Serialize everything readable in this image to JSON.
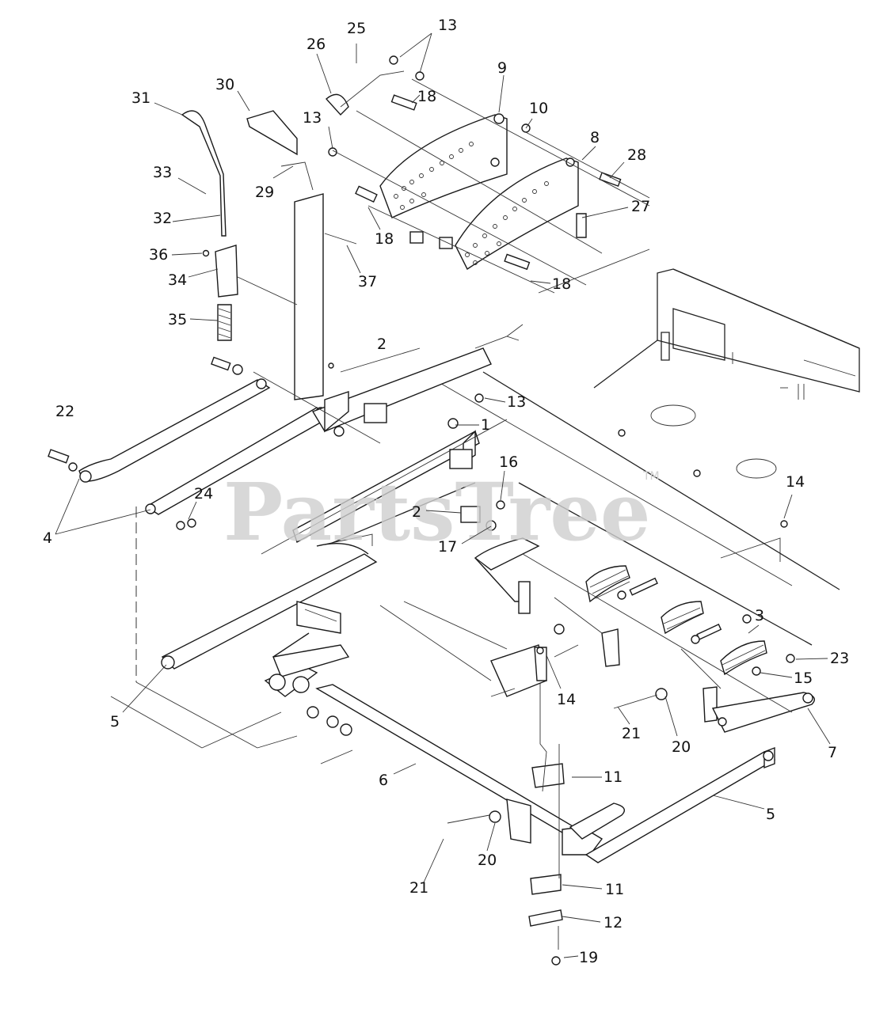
{
  "watermark": {
    "text": "PartsTree",
    "tm": "TM"
  },
  "callouts": [
    {
      "id": "c25",
      "text": "25"
    },
    {
      "id": "c13a",
      "text": "13"
    },
    {
      "id": "c26",
      "text": "26"
    },
    {
      "id": "c9",
      "text": "9"
    },
    {
      "id": "c18a",
      "text": "18"
    },
    {
      "id": "c31",
      "text": "31"
    },
    {
      "id": "c30",
      "text": "30"
    },
    {
      "id": "c13b",
      "text": "13"
    },
    {
      "id": "c10",
      "text": "10"
    },
    {
      "id": "c8",
      "text": "8"
    },
    {
      "id": "c28",
      "text": "28"
    },
    {
      "id": "c33",
      "text": "33"
    },
    {
      "id": "c29",
      "text": "29"
    },
    {
      "id": "c32",
      "text": "32"
    },
    {
      "id": "c27",
      "text": "27"
    },
    {
      "id": "c18b",
      "text": "18"
    },
    {
      "id": "c36",
      "text": "36"
    },
    {
      "id": "c34",
      "text": "34"
    },
    {
      "id": "c37",
      "text": "37"
    },
    {
      "id": "c18c",
      "text": "18"
    },
    {
      "id": "c35",
      "text": "35"
    },
    {
      "id": "c2a",
      "text": "2"
    },
    {
      "id": "c13c",
      "text": "13"
    },
    {
      "id": "c22",
      "text": "22"
    },
    {
      "id": "c1",
      "text": "1"
    },
    {
      "id": "c16",
      "text": "16"
    },
    {
      "id": "c14a",
      "text": "14"
    },
    {
      "id": "c24",
      "text": "24"
    },
    {
      "id": "c2b",
      "text": "2"
    },
    {
      "id": "c4",
      "text": "4"
    },
    {
      "id": "c17",
      "text": "17"
    },
    {
      "id": "c3",
      "text": "3"
    },
    {
      "id": "c23",
      "text": "23"
    },
    {
      "id": "c15",
      "text": "15"
    },
    {
      "id": "c5a",
      "text": "5"
    },
    {
      "id": "c14b",
      "text": "14"
    },
    {
      "id": "c21a",
      "text": "21"
    },
    {
      "id": "c20a",
      "text": "20"
    },
    {
      "id": "c7",
      "text": "7"
    },
    {
      "id": "c6",
      "text": "6"
    },
    {
      "id": "c11a",
      "text": "11"
    },
    {
      "id": "c5b",
      "text": "5"
    },
    {
      "id": "c20b",
      "text": "20"
    },
    {
      "id": "c21b",
      "text": "21"
    },
    {
      "id": "c11b",
      "text": "11"
    },
    {
      "id": "c12",
      "text": "12"
    },
    {
      "id": "c19",
      "text": "19"
    }
  ]
}
